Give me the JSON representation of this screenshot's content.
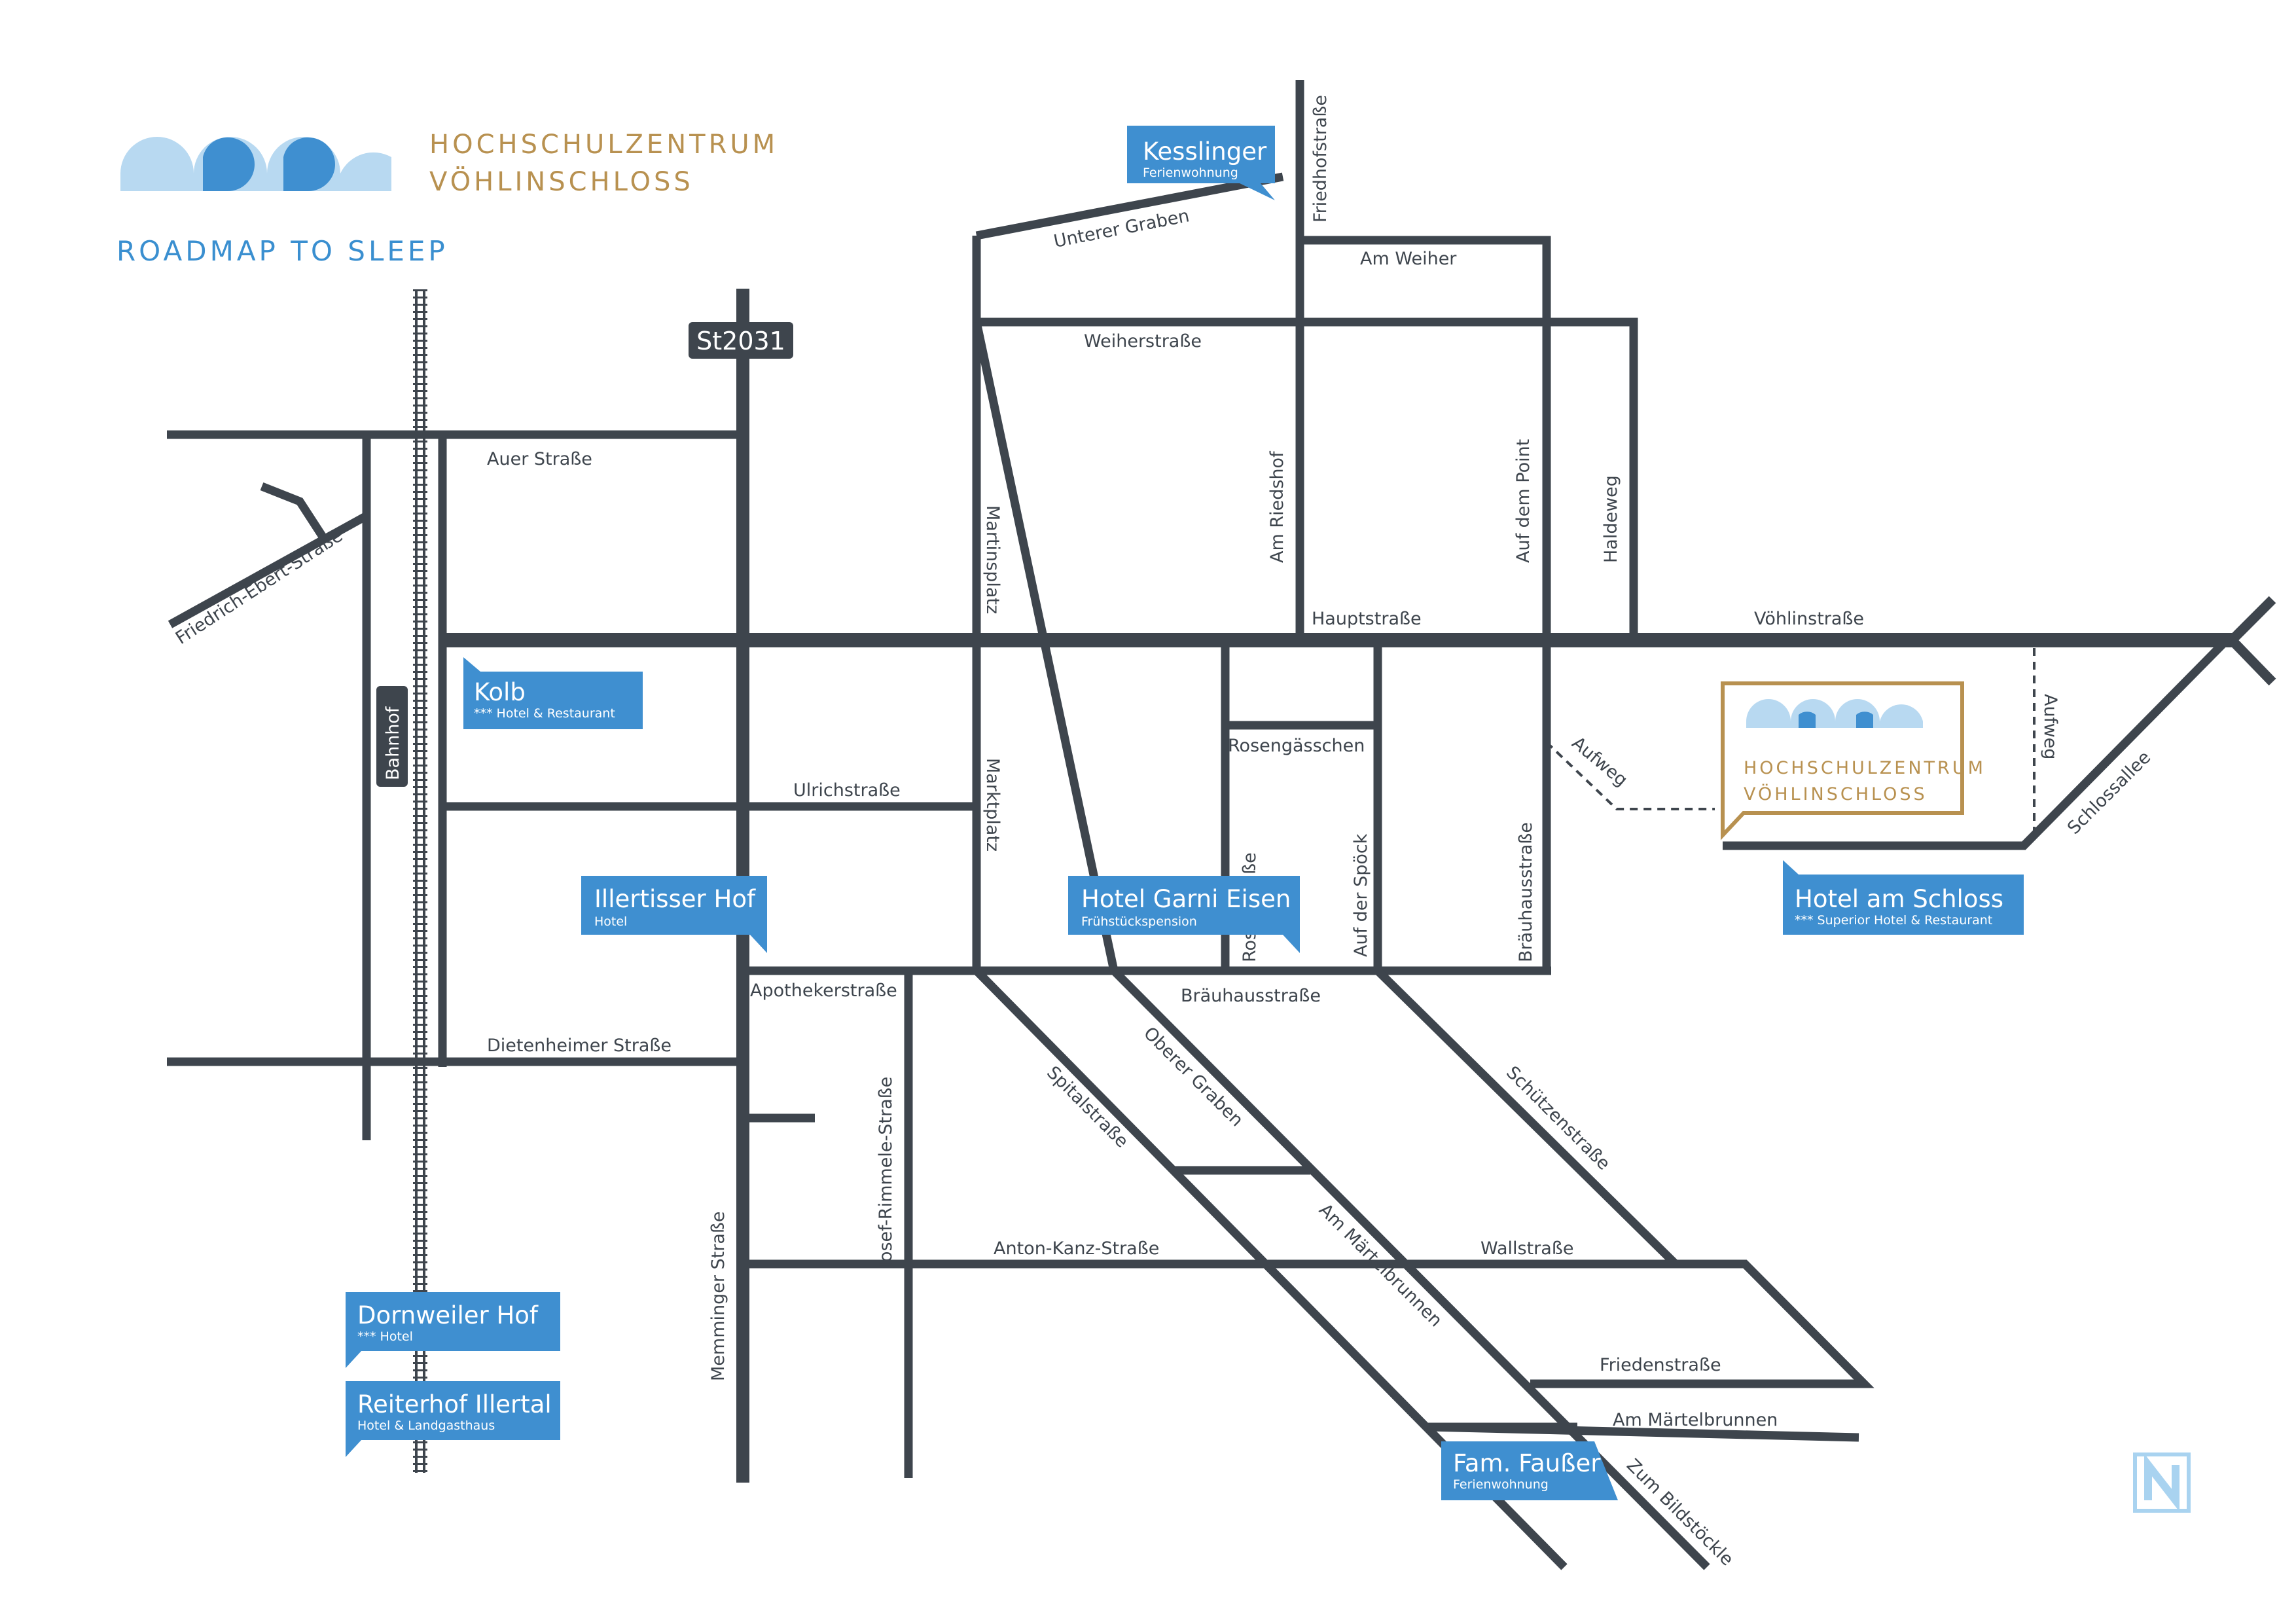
{
  "brand": {
    "line1": "HOCHSCHULZENTRUM",
    "line2": "VÖHLINSCHLOSS",
    "tagline": "ROADMAP TO SLEEP"
  },
  "campus": {
    "line1": "HOCHSCHULZENTRUM",
    "line2": "VÖHLINSCHLOSS"
  },
  "road_sign": "St2031",
  "station": "Bahnhof",
  "streets": {
    "unterer_graben": "Unterer Graben",
    "friedhofstrasse": "Friedhofstraße",
    "am_weiher": "Am Weiher",
    "weiherstrasse": "Weiherstraße",
    "auer_strasse": "Auer Straße",
    "friedrich_ebert": "Friedrich-Ebert-Straße",
    "martinsplatz": "Martinsplatz",
    "am_riedshof": "Am Riedshof",
    "auf_dem_point": "Auf dem Point",
    "haldeweg": "Haldeweg",
    "hauptstrasse": "Hauptstraße",
    "voehlinstrasse": "Vöhlinstraße",
    "aufweg_1": "Aufweg",
    "aufweg_2": "Aufweg",
    "schlossallee": "Schlossallee",
    "ulrichstrasse": "Ulrichstraße",
    "marktplatz": "Marktplatz",
    "rosengaesschen": "Rosengässchen",
    "rosenstrasse": "Rosenstraße",
    "auf_der_spoeck": "Auf der Spöck",
    "braeuhausstrasse_v": "Bräuhausstraße",
    "braeuhausstrasse_h": "Bräuhausstraße",
    "apothekerstrasse": "Apothekerstraße",
    "dietenheimer": "Dietenheimer Straße",
    "josef_rimmele": "Josef-Rimmele-Straße",
    "spitalstrasse": "Spitalstraße",
    "oberer_graben": "Oberer Graben",
    "schuetzenstrasse": "Schützenstraße",
    "anton_kanz": "Anton-Kanz-Straße",
    "am_maertelbrunnen_diag": "Am Märtelbrunnen",
    "wallstrasse": "Wallstraße",
    "memminger": "Memminger Straße",
    "friedenstrasse": "Friedenstraße",
    "am_maertelbrunnen_h": "Am Märtelbrunnen",
    "zum_bildstoeckle": "Zum Bildstöckle"
  },
  "accommodations": [
    {
      "name": "Kesslinger",
      "type": "Ferienwohnung"
    },
    {
      "name": "Kolb",
      "type": "*** Hotel & Restaurant"
    },
    {
      "name": "Illertisser Hof",
      "type": "Hotel"
    },
    {
      "name": "Hotel Garni Eisen",
      "type": "Frühstückspension"
    },
    {
      "name": "Hotel am Schloss",
      "type": "*** Superior Hotel & Restaurant"
    },
    {
      "name": "Dornweiler Hof",
      "type": "*** Hotel"
    },
    {
      "name": "Reiterhof Illertal",
      "type": "Hotel & Landgasthaus"
    },
    {
      "name": "Fam. Faußer",
      "type": "Ferienwohnung"
    }
  ],
  "colors": {
    "road": "#3e454d",
    "marker": "#3f8fd0",
    "brand_gold": "#b89150",
    "logo_light": "#b8d9f1",
    "logo_dark": "#3f8fd0",
    "compass": "#a9d3f0"
  },
  "icons": {
    "logo": "arch-logo-icon",
    "north": "north-icon"
  }
}
